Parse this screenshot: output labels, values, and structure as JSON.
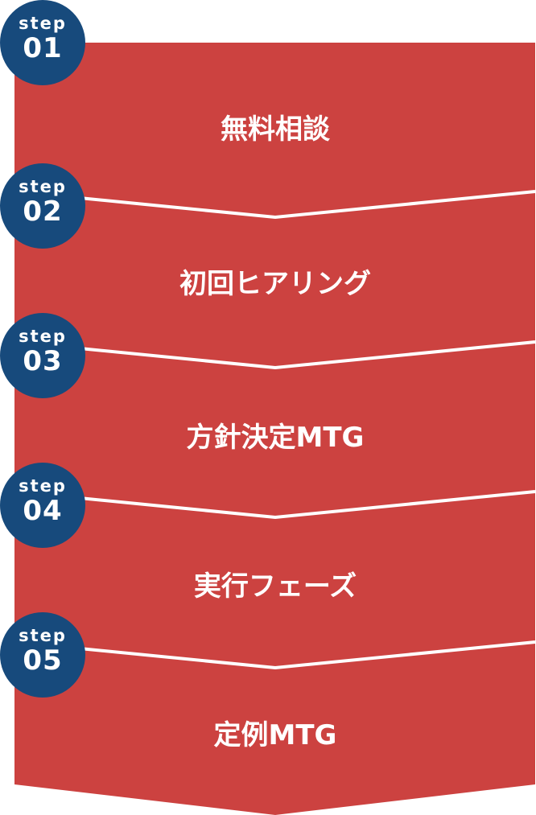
{
  "colors": {
    "step_fill": "#cc4240",
    "badge_fill": "#174a7c",
    "divider": "#ffffff"
  },
  "steps": [
    {
      "prefix": "step",
      "number": "01",
      "label": "無料相談"
    },
    {
      "prefix": "step",
      "number": "02",
      "label": "初回ヒアリング"
    },
    {
      "prefix": "step",
      "number": "03",
      "label": "方針決定MTG"
    },
    {
      "prefix": "step",
      "number": "04",
      "label": "実行フェーズ"
    },
    {
      "prefix": "step",
      "number": "05",
      "label": "定例MTG"
    }
  ]
}
